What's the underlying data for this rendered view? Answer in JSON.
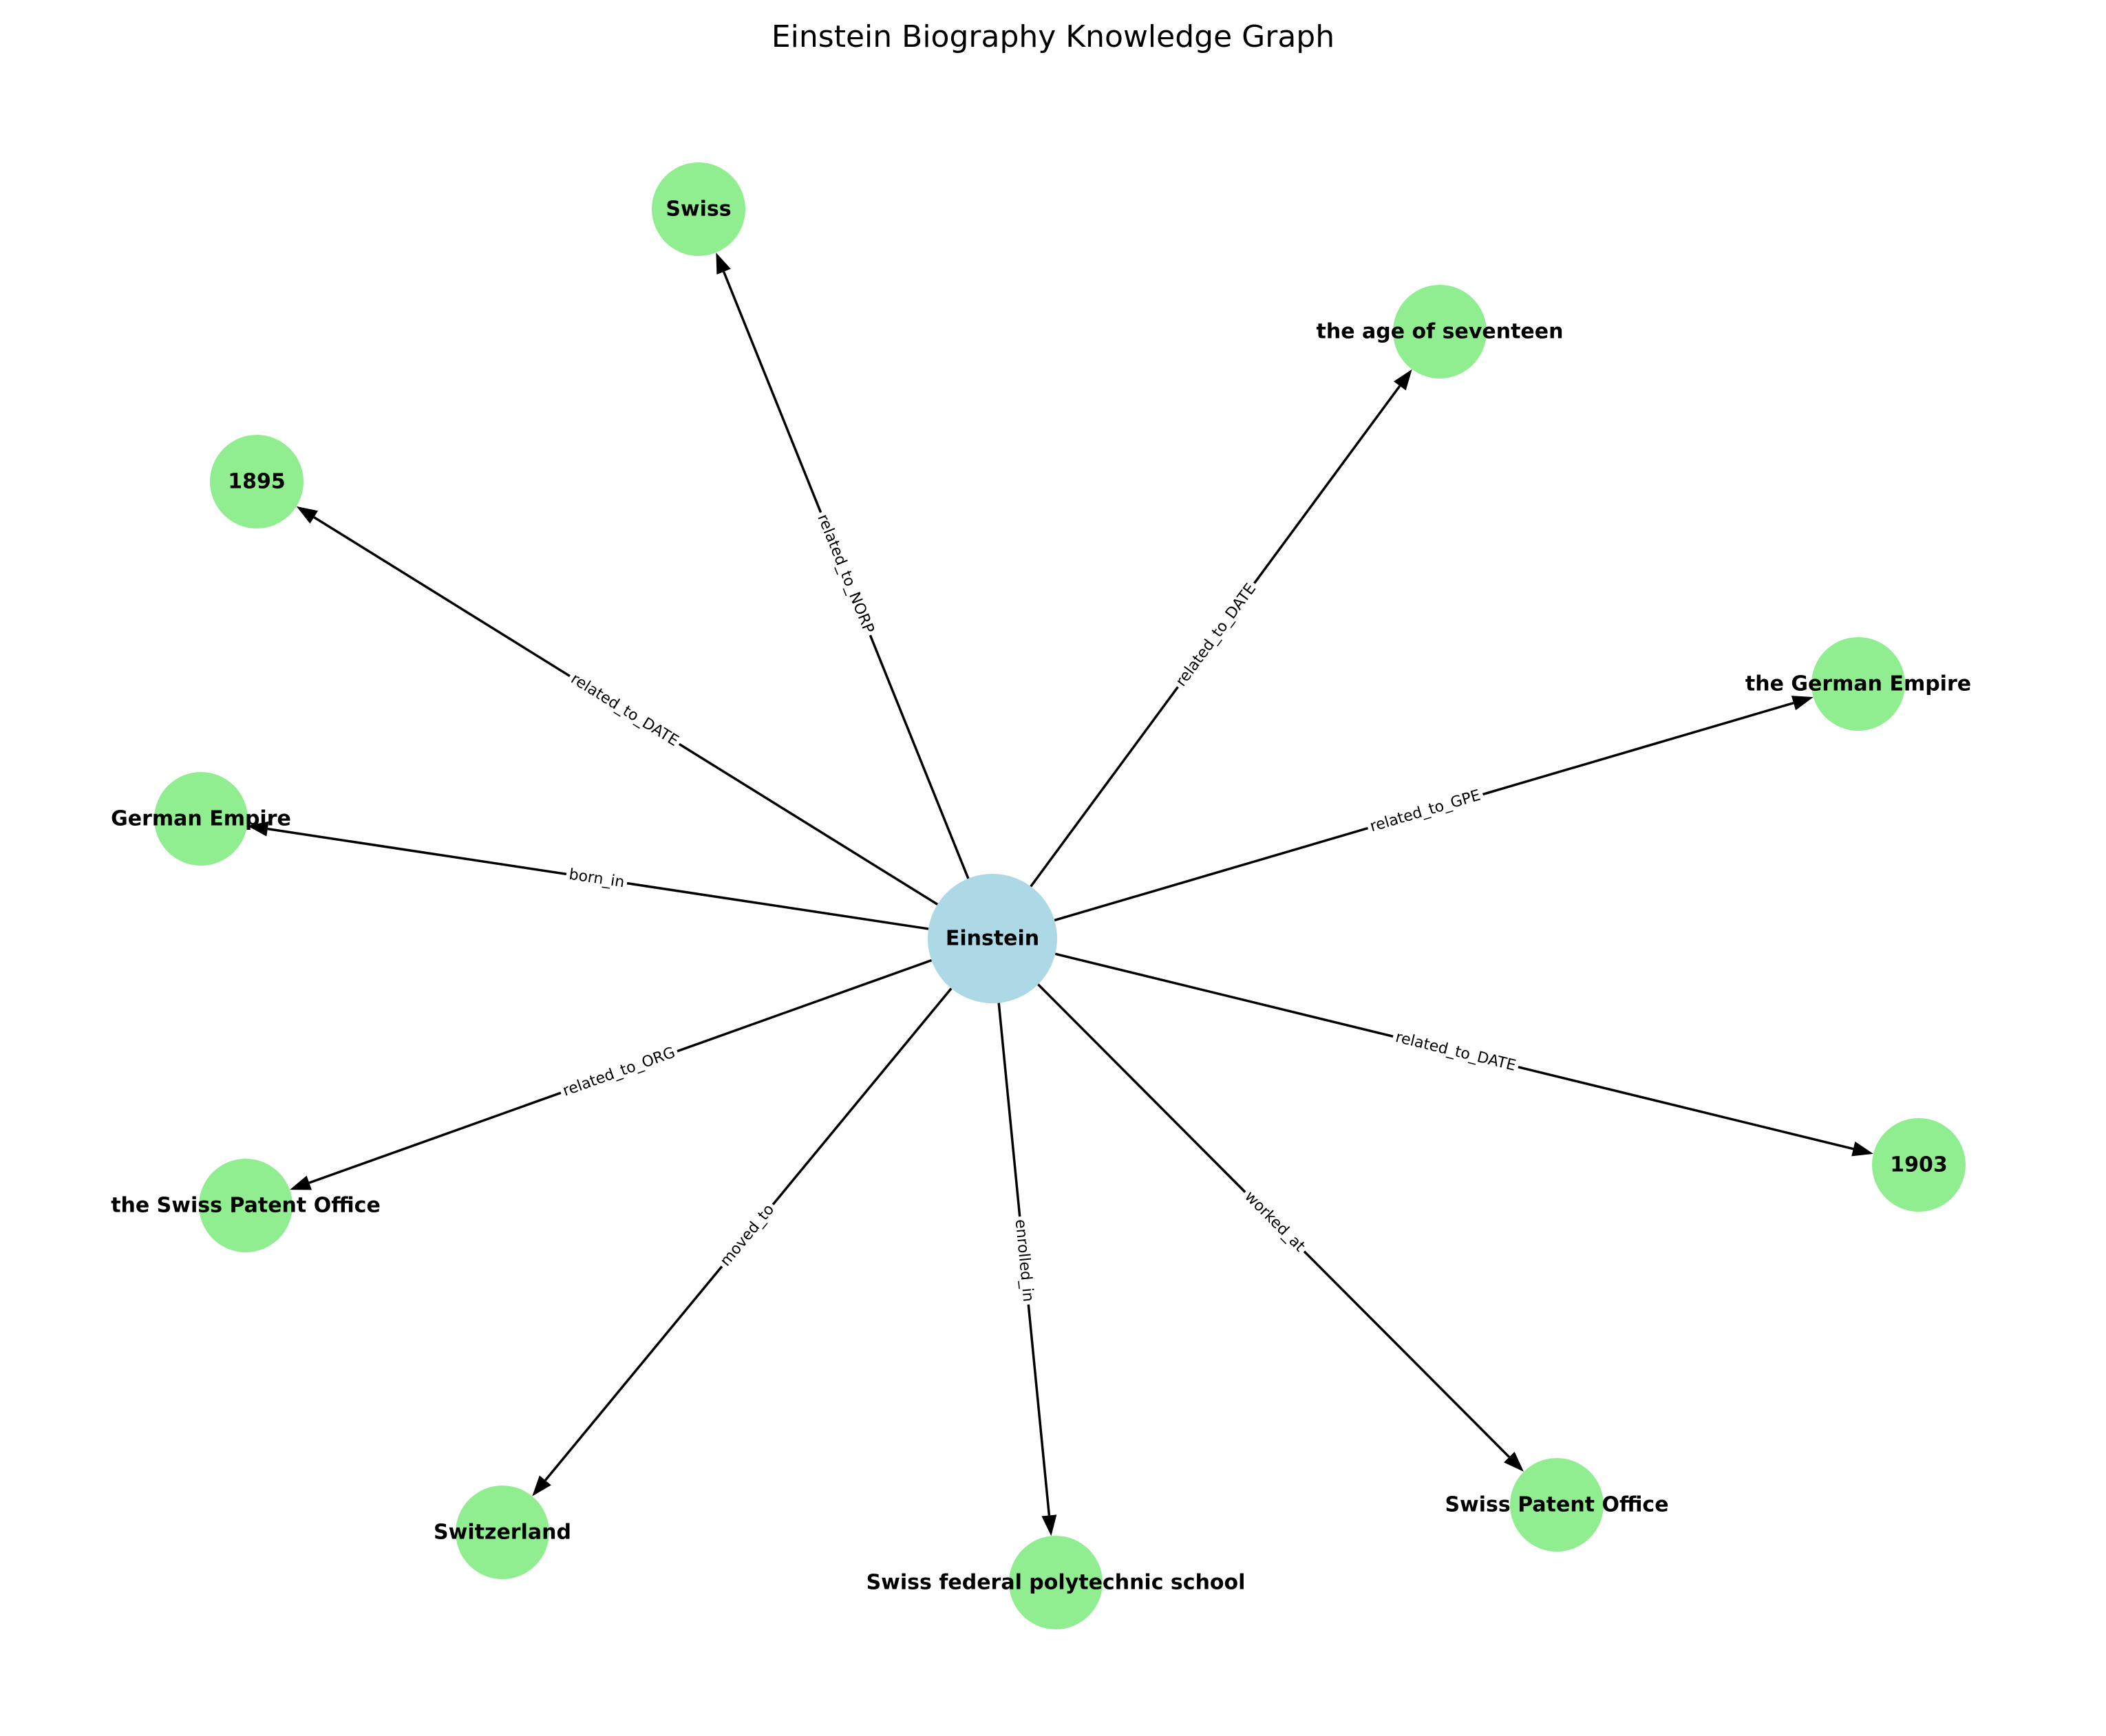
{
  "title": "Einstein Biography Knowledge Graph",
  "colors": {
    "center_node": "#add8e6",
    "entity_node": "#90ee90",
    "edge": "#000000"
  },
  "center": {
    "id": "einstein",
    "label": "Einstein"
  },
  "nodes": [
    {
      "id": "swiss",
      "label": "Swiss"
    },
    {
      "id": "age17",
      "label": "the age of seventeen"
    },
    {
      "id": "y1895",
      "label": "1895"
    },
    {
      "id": "german_empire_the",
      "label": "the German Empire"
    },
    {
      "id": "german_empire",
      "label": "German Empire"
    },
    {
      "id": "swiss_patent_office_the",
      "label": "the Swiss Patent Office"
    },
    {
      "id": "y1903",
      "label": "1903"
    },
    {
      "id": "switzerland",
      "label": "Switzerland"
    },
    {
      "id": "polytechnic",
      "label": "Swiss federal polytechnic school"
    },
    {
      "id": "swiss_patent_office",
      "label": "Swiss Patent Office"
    }
  ],
  "edges": [
    {
      "target": "swiss",
      "label": "related_to_NORP"
    },
    {
      "target": "age17",
      "label": "related_to_DATE"
    },
    {
      "target": "y1895",
      "label": "related_to_DATE"
    },
    {
      "target": "german_empire_the",
      "label": "related_to_GPE"
    },
    {
      "target": "german_empire",
      "label": "born_in"
    },
    {
      "target": "swiss_patent_office_the",
      "label": "related_to_ORG"
    },
    {
      "target": "y1903",
      "label": "related_to_DATE"
    },
    {
      "target": "switzerland",
      "label": "moved_to"
    },
    {
      "target": "polytechnic",
      "label": "enrolled_in"
    },
    {
      "target": "swiss_patent_office",
      "label": "worked_at"
    }
  ]
}
